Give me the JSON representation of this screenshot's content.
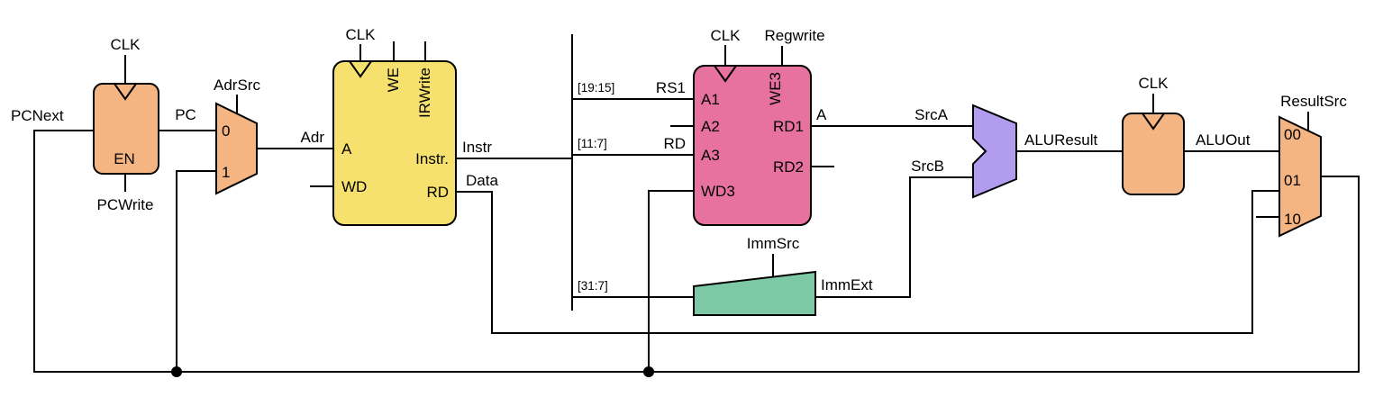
{
  "colors": {
    "register": "#f5b583",
    "memory": "#f6e06e",
    "register_file": "#e8729f",
    "extend": "#7ec9a5",
    "alu": "#b19cf0",
    "wire": "#000000"
  },
  "pc_register": {
    "clk": "CLK",
    "enable": "EN",
    "write_control": "PCWrite",
    "input": "PCNext",
    "output": "PC"
  },
  "adr_mux": {
    "select": "AdrSrc",
    "in0": "0",
    "in1": "1",
    "output": "Adr"
  },
  "memory": {
    "clk": "CLK",
    "we": "WE",
    "irwrite": "IRWrite",
    "port_a": "A",
    "port_wd": "WD",
    "port_instr": "Instr.",
    "port_rd": "RD",
    "out_instr": "Instr",
    "out_data": "Data"
  },
  "instr_fields": {
    "rs1_bits": "[19:15]",
    "rs1_name": "RS1",
    "rd_bits": "[11:7]",
    "rd_name": "RD",
    "imm_bits": "[31:7]"
  },
  "register_file": {
    "clk": "CLK",
    "write_control": "Regwrite",
    "we3": "WE3",
    "a1": "A1",
    "a2": "A2",
    "a3": "A3",
    "wd3": "WD3",
    "rd1": "RD1",
    "rd2": "RD2",
    "out_a": "A"
  },
  "extend": {
    "select": "ImmSrc",
    "output": "ImmExt"
  },
  "alu": {
    "src_a": "SrcA",
    "src_b": "SrcB",
    "result": "ALUResult"
  },
  "aluout_register": {
    "clk": "CLK",
    "output": "ALUOut"
  },
  "result_mux": {
    "select": "ResultSrc",
    "in00": "00",
    "in01": "01",
    "in10": "10"
  }
}
